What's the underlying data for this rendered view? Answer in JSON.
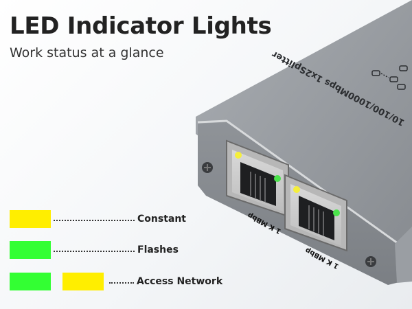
{
  "header": {
    "title": "LED Indicator Lights",
    "subtitle": "Work status at a glance"
  },
  "device": {
    "housing_text": "10/100/1000Mbps 1x2Splitter",
    "port_labels": [
      "1 K MBbp",
      "1 K MBbp"
    ]
  },
  "legend": [
    {
      "label": "Constant",
      "swatches": [
        "yellow"
      ]
    },
    {
      "label": "Flashes",
      "swatches": [
        "green"
      ]
    },
    {
      "label": "Access Network",
      "swatches": [
        "green",
        "yellow"
      ]
    }
  ],
  "colors": {
    "yellow": "#ffee00",
    "green": "#33ff33",
    "housing": "#8d9196"
  }
}
